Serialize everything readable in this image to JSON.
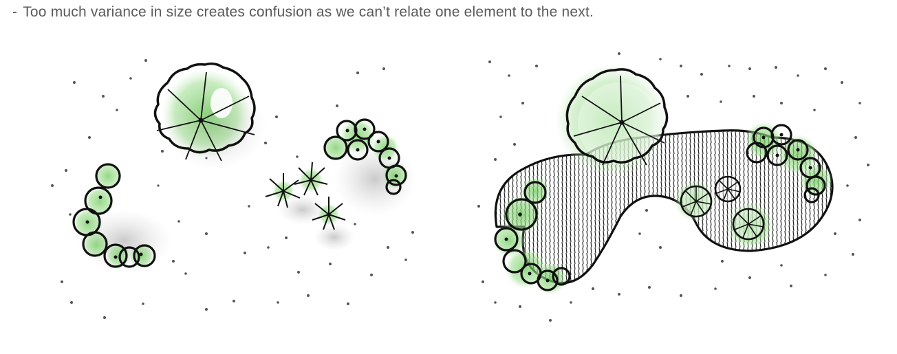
{
  "caption": {
    "bullet": "-",
    "text": "Too much variance in size creates confusion as we can’t relate one element to the next."
  },
  "illustrations": [
    {
      "panel": "left",
      "elements": [
        "large-canopy-tree",
        "shrub-cluster-left",
        "spiky-shrubs",
        "shrub-cluster-right",
        "stipple-dots"
      ]
    },
    {
      "panel": "right",
      "elements": [
        "large-canopy-tree",
        "hatched-groundcover-bed",
        "shrub-cluster-left",
        "shrub-cluster-right",
        "palm-shrubs",
        "stipple-dots"
      ]
    }
  ],
  "colors": {
    "caption_text": "#5a5a5a",
    "ink": "#1a1a1a",
    "foliage_green": "#8fd47e",
    "shadow_gray": "#d0d0d0"
  }
}
